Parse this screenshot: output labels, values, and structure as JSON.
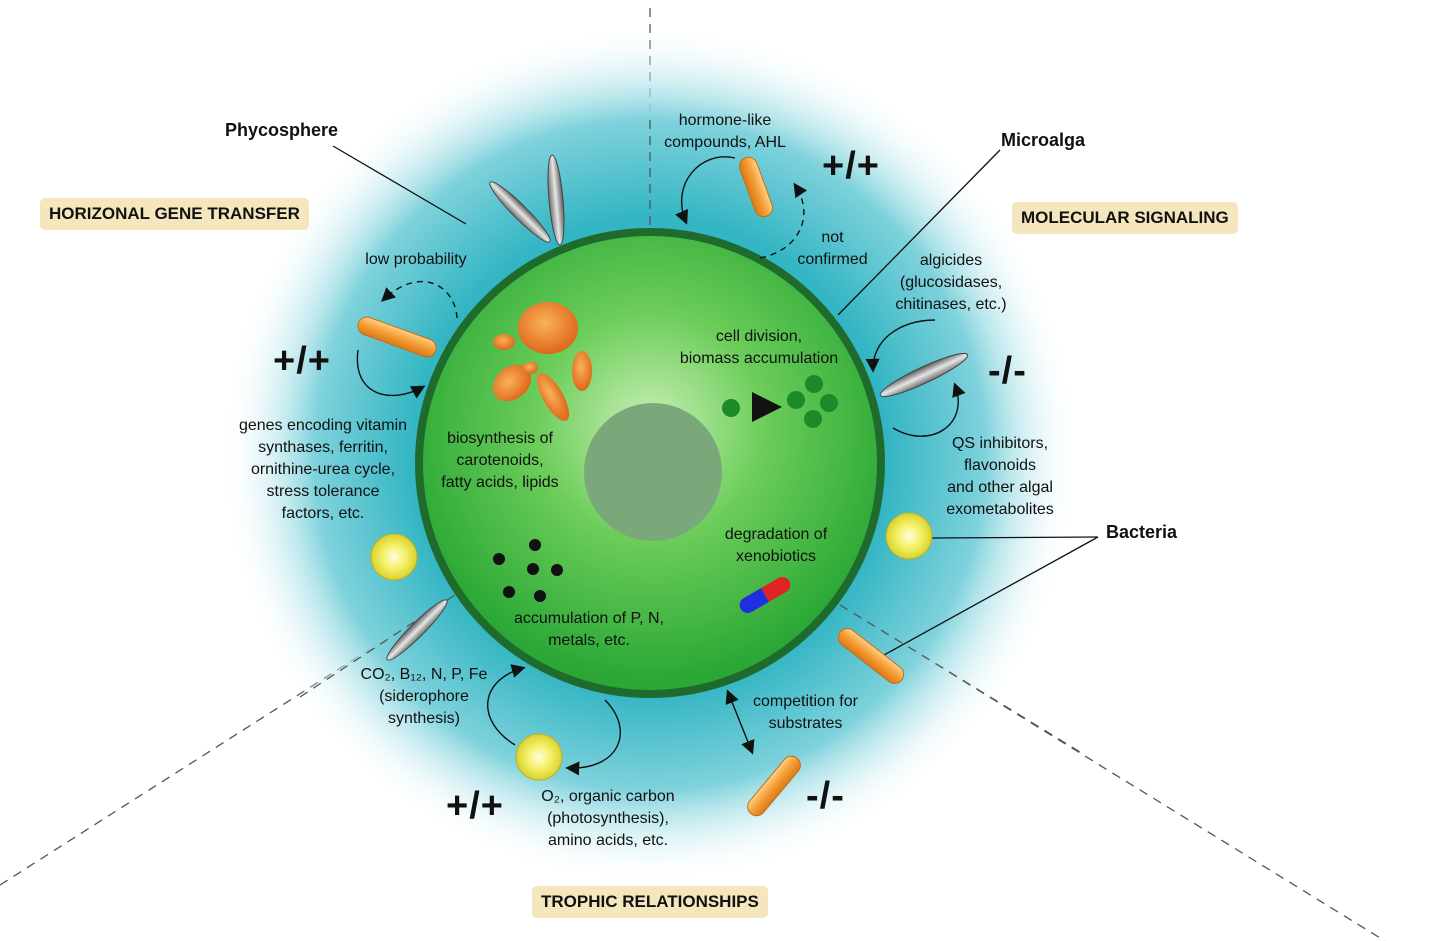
{
  "colors": {
    "phycosphere_inner": "#ffffff",
    "phycosphere_outer": "#33b5c3",
    "cell_fill": "#37b13d",
    "cell_light": "#b8e6a6",
    "cell_border": "#1e6a2c",
    "nucleus": "#78a878",
    "orange": "#f0932b",
    "yellow": "#f3ed52",
    "gray_bacteria": "#8c8c8c",
    "section_bg": "#f4e7bd"
  },
  "sections": {
    "hgt": "HORIZONAL GENE TRANSFER",
    "signaling": "MOLECULAR SIGNALING",
    "trophic": "TROPHIC RELATIONSHIPS"
  },
  "titles": {
    "phycosphere": "Phycosphere",
    "microalga": "Microalga",
    "bacteria": "Bacteria"
  },
  "ratios": {
    "hgt": "+/+",
    "signaling_top": "+/+",
    "signaling_right": "-/-",
    "trophic_left": "+/+",
    "trophic_right": "-/-"
  },
  "labels": {
    "hormone": "hormone-like\ncompounds, AHL",
    "not_confirmed": "not\nconfirmed",
    "low_probability": "low probability",
    "algicides": "algicides\n(glucosidases,\nchitinases, etc.)",
    "cell_division": "cell division,\nbiomass accumulation",
    "genes": "genes encoding vitamin\nsynthases, ferritin,\nornithine-urea cycle,\nstress tolerance\nfactors, etc.",
    "biosynthesis": "biosynthesis of\ncarotenoids,\nfatty acids, lipids",
    "qs": "QS inhibitors,\nflavonoids\nand other algal\nexometabolites",
    "degradation": "degradation of\nxenobiotics",
    "accumulation": "accumulation of P, N,\nmetals, etc.",
    "co2": "CO₂, B₁₂, N, P, Fe\n(siderophore\nsynthesis)",
    "competition": "competition for\nsubstrates",
    "o2": "O₂, organic carbon\n(photosynthesis),\namino acids, etc."
  }
}
